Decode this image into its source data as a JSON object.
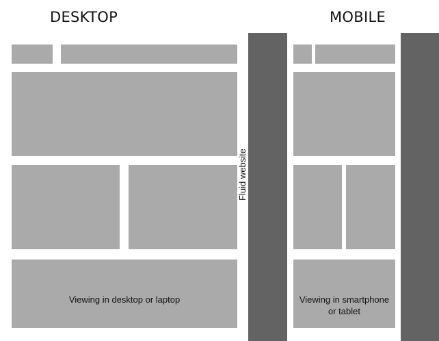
{
  "headings": {
    "desktop": "DESKTOP",
    "mobile": "MOBILE"
  },
  "divider_label": "Fluid website",
  "captions": {
    "desktop": "Viewing in desktop or laptop",
    "mobile_line1": "Viewing in smartphone",
    "mobile_line2": "or tablet"
  },
  "colors": {
    "block": "#aaaaaa",
    "bar": "#636363",
    "background": "#ffffff",
    "text": "#111111"
  }
}
